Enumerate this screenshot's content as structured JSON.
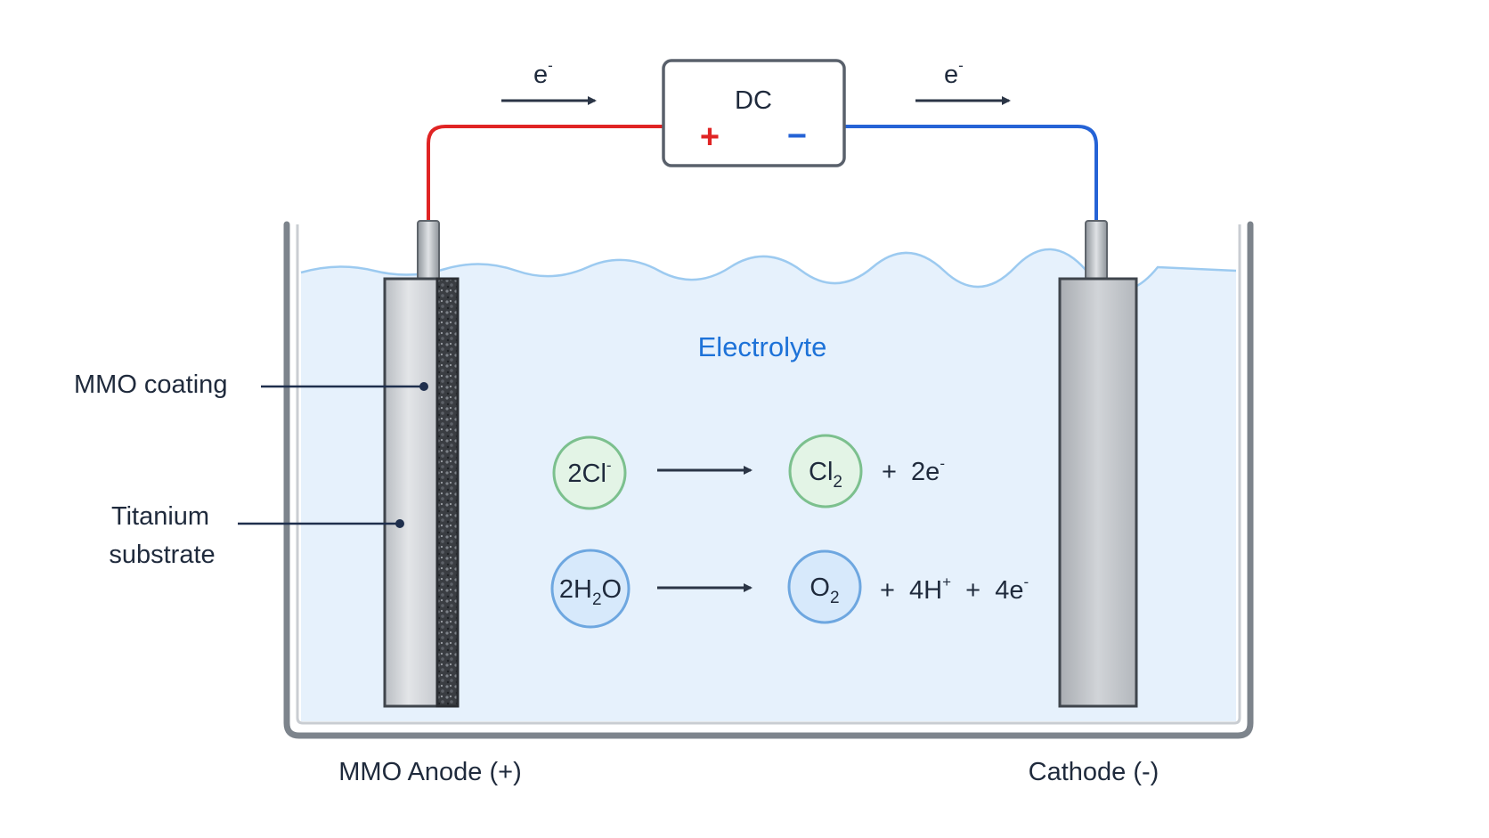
{
  "source": {
    "label": "DC",
    "positive_sign": "+",
    "negative_sign": "−",
    "positive_color": "#e02424",
    "negative_color": "#2563d6"
  },
  "electron_flow": {
    "left": {
      "base": "e",
      "sup": "-"
    },
    "right": {
      "base": "e",
      "sup": "-"
    }
  },
  "electrolyte": {
    "label": "Electrolyte",
    "color": "#1d72d8"
  },
  "anode": {
    "label": "MMO Anode (+)",
    "coating_label": "MMO coating",
    "substrate_label_line1": "Titanium",
    "substrate_label_line2": "substrate"
  },
  "cathode": {
    "label": "Cathode (-)"
  },
  "reactions": {
    "chlorine": {
      "reactant": {
        "coef": "2Cl",
        "sup": "-"
      },
      "product": {
        "base": "Cl",
        "sub": "2"
      },
      "extra": {
        "text": "+  2e",
        "sup": "-"
      },
      "circle_color": "#e3f4e6",
      "circle_stroke": "#7cc08e"
    },
    "oxygen": {
      "reactant": {
        "part1": "2H",
        "sub": "2",
        "part2": "O"
      },
      "product": {
        "base": "O",
        "sub": "2"
      },
      "extra": {
        "part1": "+  4H",
        "sup1": "+",
        "part2": "  +  4e",
        "sup2": "-"
      },
      "circle_color": "#d7e9fb",
      "circle_stroke": "#6ea7e0"
    }
  }
}
